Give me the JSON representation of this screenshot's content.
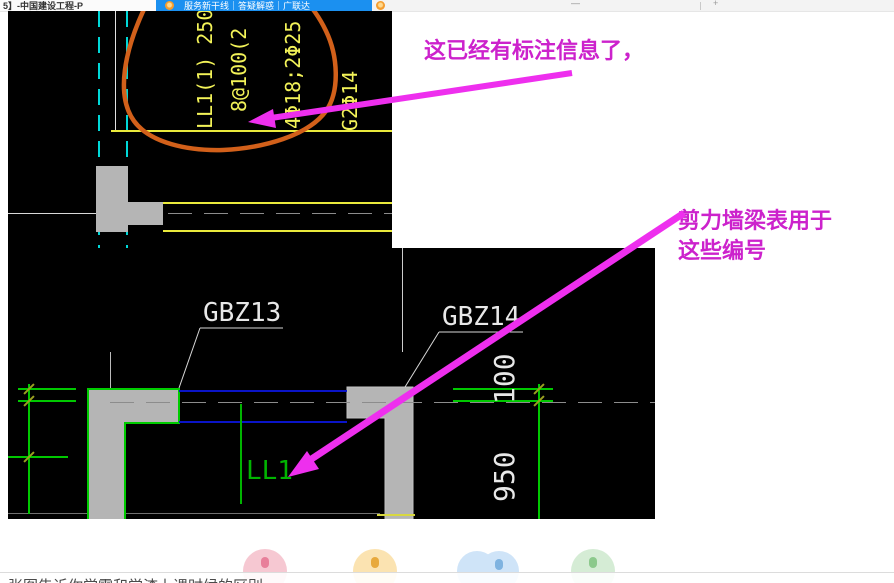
{
  "tabbar": {
    "left_tab_title": "5】-中国建设工程-P",
    "active_tab_title": "服务新干线｜答疑解惑｜广联达",
    "dash_glyph": "—",
    "plus_glyph": "+"
  },
  "cad": {
    "beam_text_1": "LL1(1) 250",
    "beam_text_2": "8@100(2",
    "beam_text_3": "4Φ18;2Φ25",
    "beam_text_4": "G2Φ14",
    "gbz13": "GBZ13",
    "gbz14": "GBZ14",
    "dim_100": "100",
    "dim_950": "950",
    "beam_tag_ll1": "LL1"
  },
  "annotations": {
    "note1": "这已经有标注信息了，",
    "note2_line1": "剪力墙梁表用于",
    "note2_line2": "这些编号"
  },
  "bottom_bar": {
    "related_text": "张图告诉你学霸和学渣上课时候的区别"
  },
  "colors": {
    "annotation_magenta": "#cc22cc",
    "arrow_magenta": "#ee2fee",
    "highlight_orange": "#d2601a",
    "cad_yellow": "#f2f258",
    "cad_green": "#00c800",
    "cad_cyan": "#00d8d8",
    "cad_blue": "#0a14c8",
    "cad_gray_fill": "#b5b5b5",
    "active_tab_blue": "#1b90f0"
  }
}
